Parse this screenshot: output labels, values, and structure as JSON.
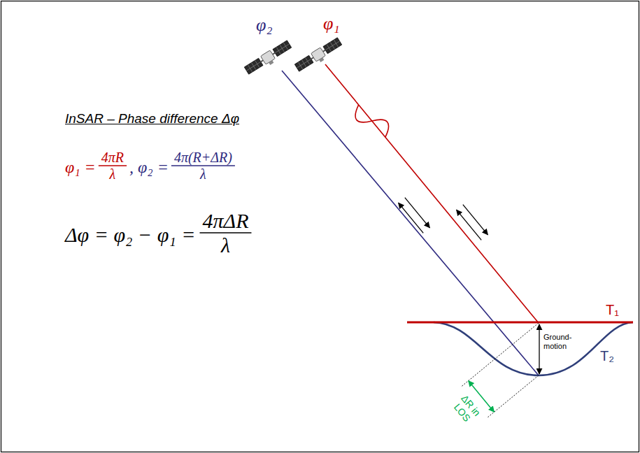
{
  "diagram": {
    "title": "InSAR – Phase difference Δφ",
    "labels": [
      "φ₂",
      "φ₁",
      "φ₁ =",
      "4πR",
      "λ",
      ", φ₂ =",
      "4π(R+ΔR)",
      "λ",
      "Δφ = φ₂ − φ₁ =",
      "4πΔR",
      "λ",
      "T₁",
      "T₂",
      "Ground- motion",
      "ΔR in LOS"
    ]
  }
}
